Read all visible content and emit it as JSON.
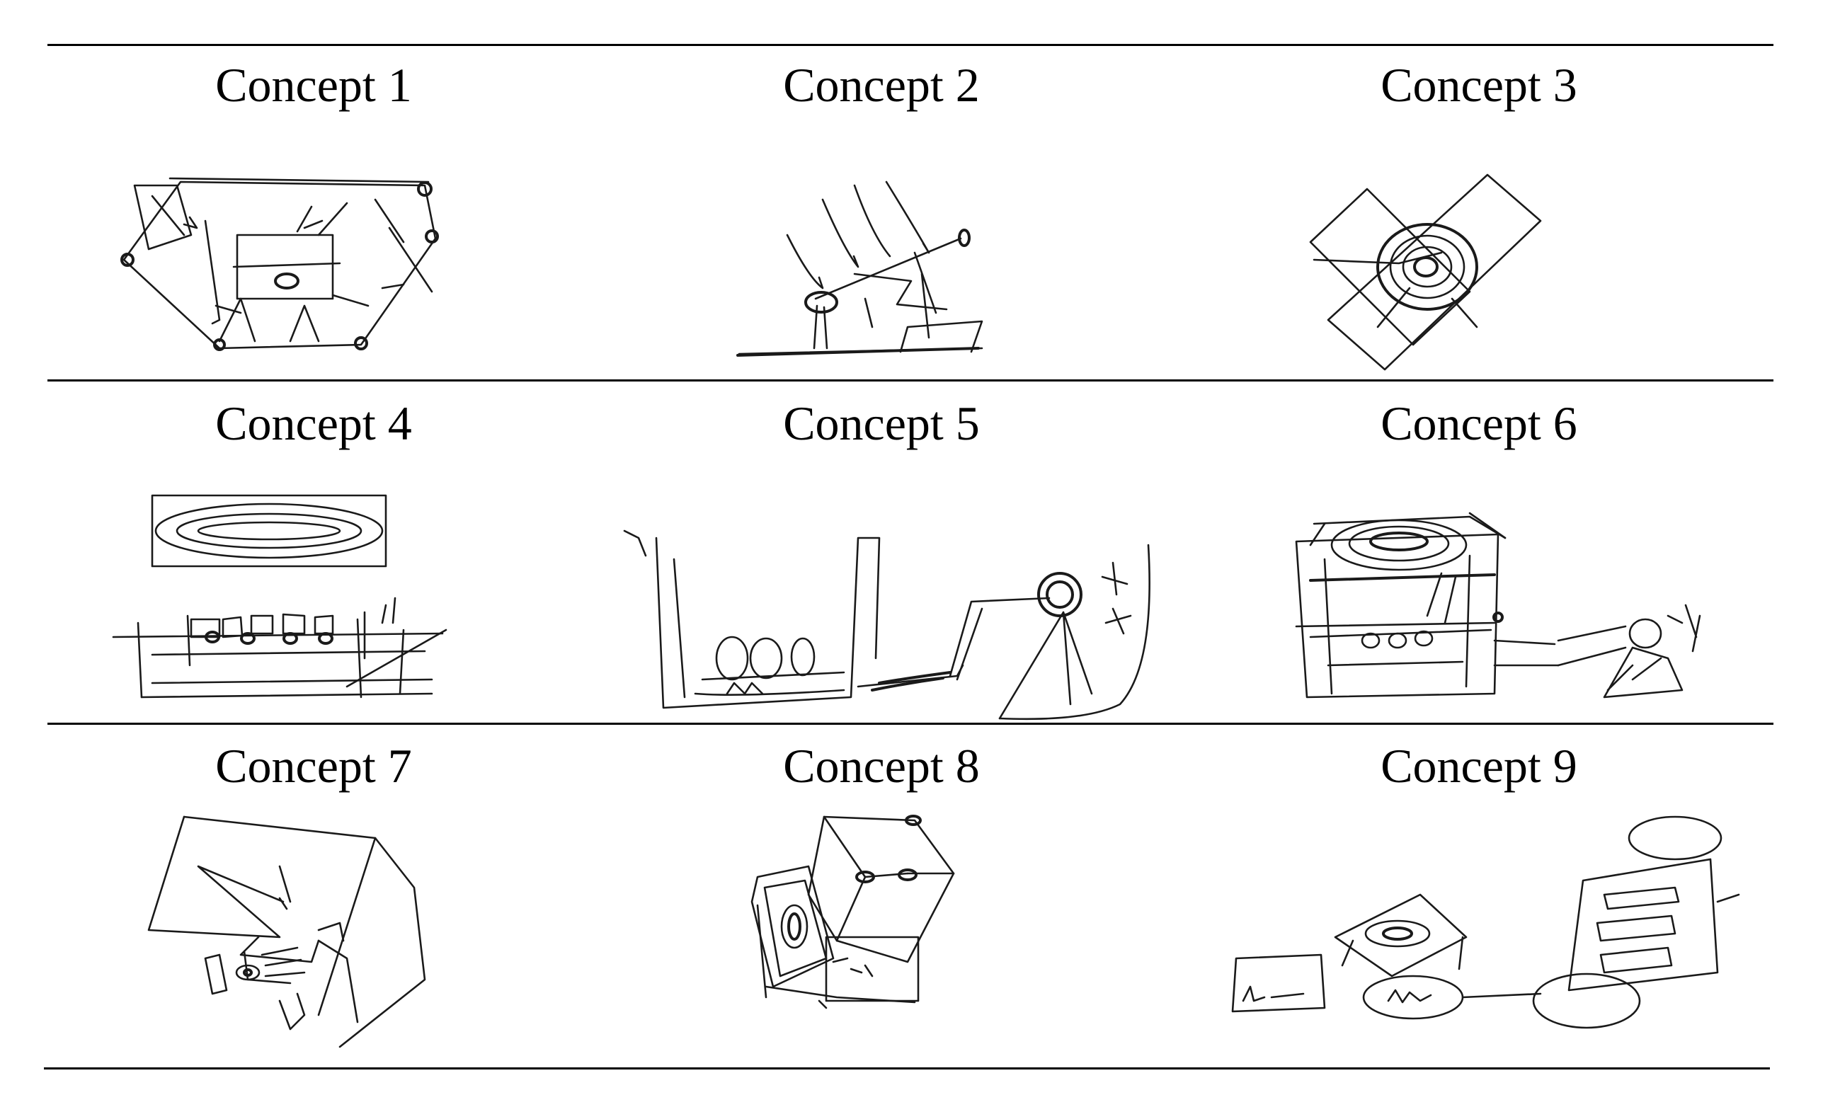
{
  "concepts": [
    {
      "label": "Concept 1",
      "sketch_icon": "hexagonal-frame-sketch"
    },
    {
      "label": "Concept 2",
      "sketch_icon": "inclined-beam-sketch"
    },
    {
      "label": "Concept 3",
      "sketch_icon": "crossed-panels-sketch"
    },
    {
      "label": "Concept 4",
      "sketch_icon": "tray-and-rack-sketch"
    },
    {
      "label": "Concept 5",
      "sketch_icon": "tank-and-lens-sketch"
    },
    {
      "label": "Concept 6",
      "sketch_icon": "box-with-disk-sketch"
    },
    {
      "label": "Concept 7",
      "sketch_icon": "tilted-plane-sketch"
    },
    {
      "label": "Concept 8",
      "sketch_icon": "folding-panels-sketch"
    },
    {
      "label": "Concept 9",
      "sketch_icon": "connected-modules-sketch"
    }
  ]
}
